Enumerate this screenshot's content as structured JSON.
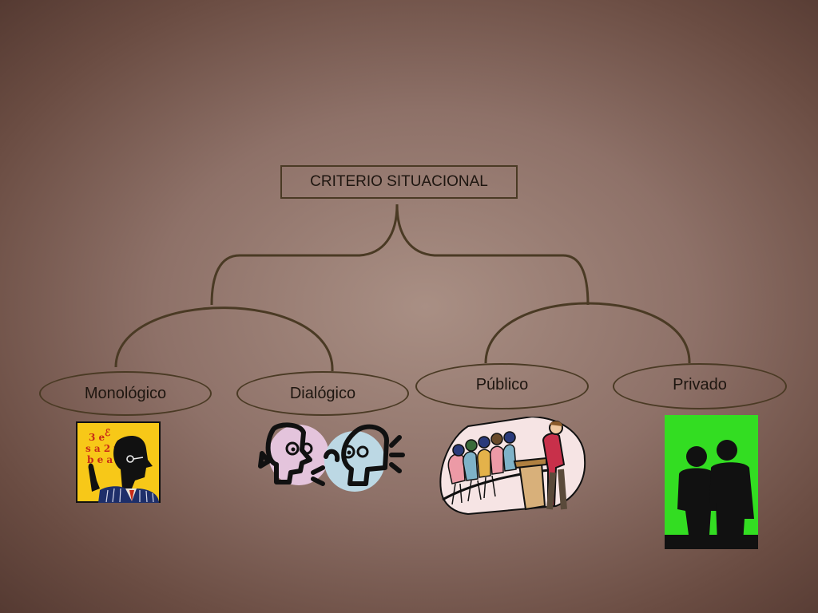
{
  "root": {
    "label": "CRITERIO SITUACIONAL"
  },
  "nodes": [
    {
      "label": "Monológico",
      "illustration": "monologue-speaker-icon"
    },
    {
      "label": "Dialógico",
      "illustration": "dialogue-heads-icon"
    },
    {
      "label": "Público",
      "illustration": "public-audience-icon"
    },
    {
      "label": "Privado",
      "illustration": "private-silhouettes-icon"
    }
  ],
  "colors": {
    "line": "#4a3a24",
    "background": "#9b7e73",
    "monologue_bg": "#f7c818",
    "private_bg": "#33dd22"
  }
}
